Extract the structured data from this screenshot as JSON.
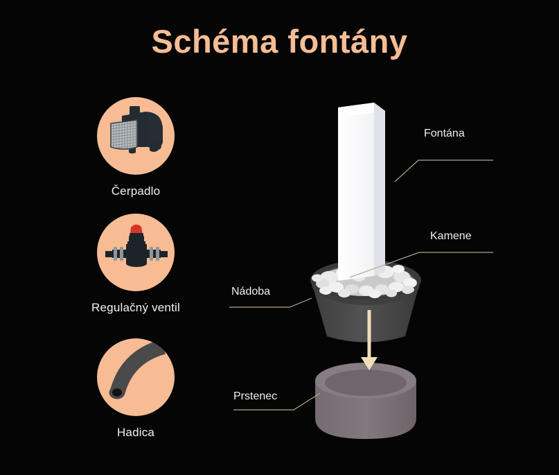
{
  "page": {
    "title": "Schéma fontány",
    "background_color": "#050505",
    "title_color": "#f5bd95"
  },
  "legend": {
    "circle_color": "#f7bc94",
    "items": [
      {
        "id": "pump",
        "label": "Čerpadlo",
        "icon": "water-pump-icon",
        "icon_colors": {
          "body": "#242c33",
          "mesh": "#b9bec2",
          "mesh_line": "#5c6368"
        }
      },
      {
        "id": "valve",
        "label": "Regulačný ventil",
        "icon": "regulating-valve-icon",
        "icon_colors": {
          "body": "#1d2429",
          "handle": "#d8342b",
          "flange": "#8e979c"
        }
      },
      {
        "id": "hose",
        "label": "Hadica",
        "icon": "hose-icon",
        "icon_colors": {
          "tube": "#4a4a4a",
          "opening": "#121212"
        }
      }
    ]
  },
  "diagram": {
    "leader_line_color": "#b9a489",
    "arrow_color": "#f2ddb8",
    "parts": [
      {
        "id": "fountain",
        "label": "Fontána",
        "color": "#fdfdfe"
      },
      {
        "id": "stones",
        "label": "Kamene",
        "color": "#e3e3e3"
      },
      {
        "id": "bowl",
        "label": "Nádoba",
        "color": "#4a4a4a"
      },
      {
        "id": "ring",
        "label": "Prstenec",
        "color": "#7b7178"
      }
    ]
  }
}
